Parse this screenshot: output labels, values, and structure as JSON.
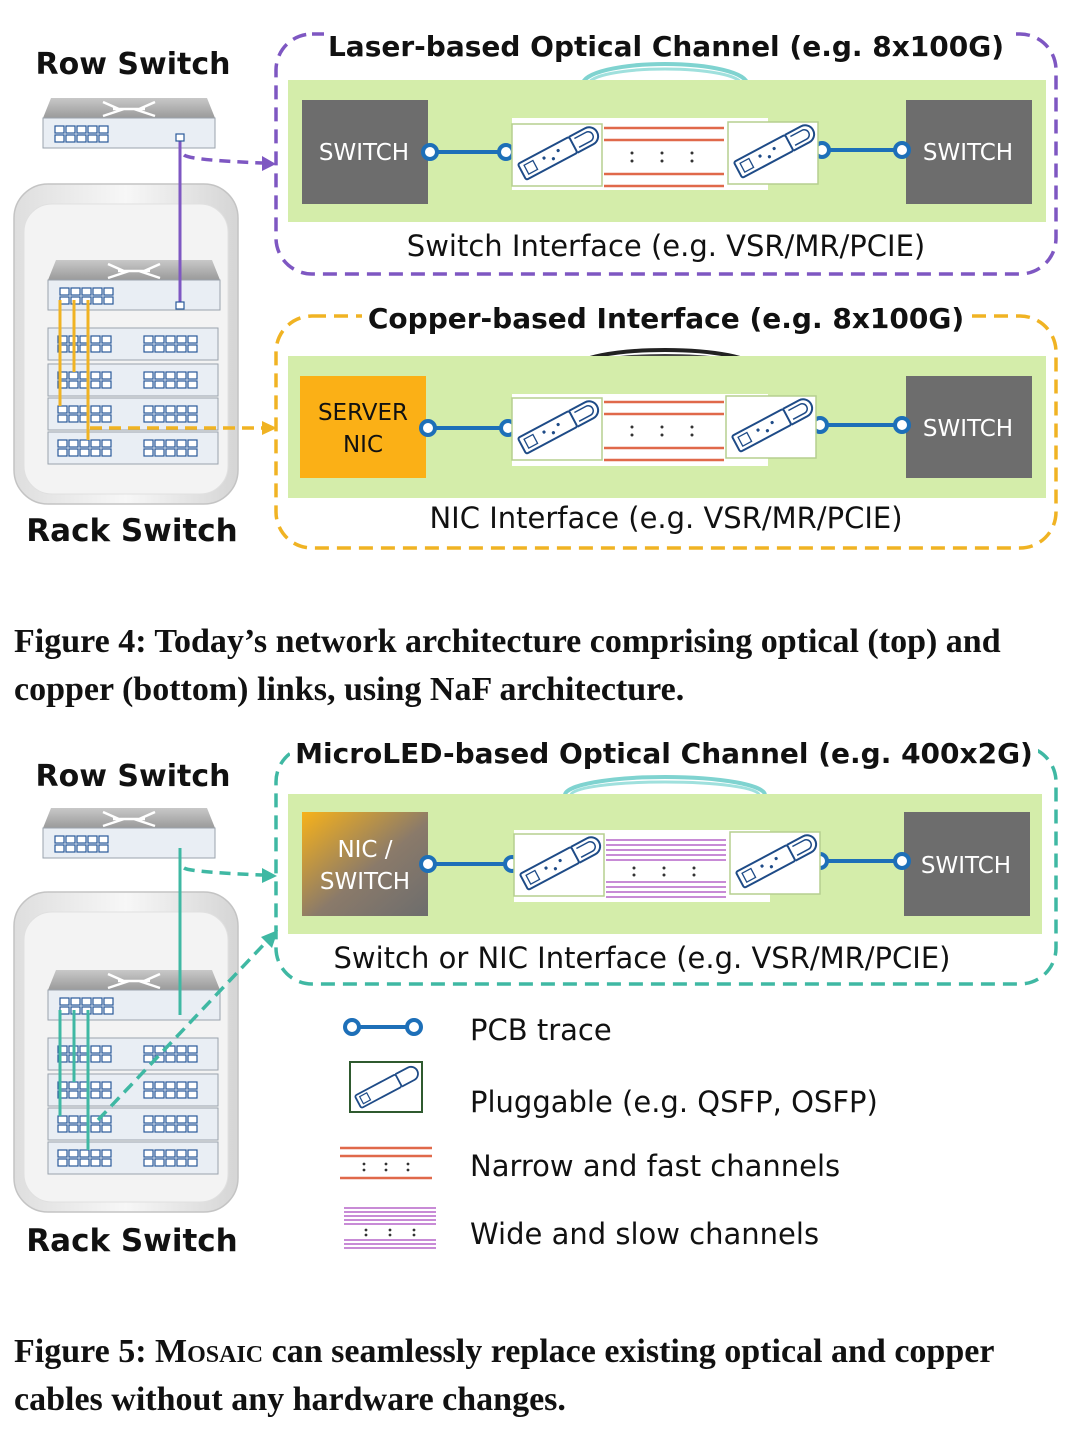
{
  "figure4": {
    "row_switch_label": "Row Switch",
    "rack_switch_label": "Rack Switch",
    "optical_box": {
      "title": "Laser-based Optical Channel (e.g. 8x100G)",
      "left_chip": "SWITCH",
      "right_chip": "SWITCH",
      "interface_label": "Switch Interface (e.g. VSR/MR/PCIE)",
      "border_color": "#7e57c2"
    },
    "copper_box": {
      "title": "Copper-based Interface (e.g. 8x100G)",
      "left_chip_line1": "SERVER",
      "left_chip_line2": "NIC",
      "right_chip": "SWITCH",
      "interface_label": "NIC Interface (e.g. VSR/MR/PCIE)",
      "border_color": "#f0b323"
    },
    "caption_prefix": "Figure 4:",
    "caption_text": " Today’s network architecture comprising optical (top) and copper (bottom) links, using NaF architecture."
  },
  "figure5": {
    "row_switch_label": "Row Switch",
    "rack_switch_label": "Rack Switch",
    "microled_box": {
      "title": "MicroLED-based Optical Channel (e.g. 400x2G)",
      "left_chip_line1": "NIC /",
      "left_chip_line2": "SWITCH",
      "right_chip": "SWITCH",
      "interface_label": "Switch or NIC Interface (e.g. VSR/MR/PCIE)",
      "border_color": "#3fb8a3"
    },
    "legend": {
      "pcb_trace": "PCB trace",
      "pluggable": "Pluggable (e.g. QSFP, OSFP)",
      "narrow_fast": "Narrow and fast channels",
      "wide_slow": "Wide and slow channels"
    },
    "caption_prefix": "Figure 5:",
    "caption_name": "Mosaic",
    "caption_text": " can seamlessly replace existing optical and copper cables without any hardware changes."
  },
  "colors": {
    "board_green": "#d4edaa",
    "chip_gray": "#6d6d6d",
    "nic_orange": "#fbb016",
    "trace_blue": "#1d6fb8",
    "narrow_channel_red": "#e0694a",
    "wide_channel_purple": "#b565c9",
    "cable_teal": "#7fd3d0"
  }
}
